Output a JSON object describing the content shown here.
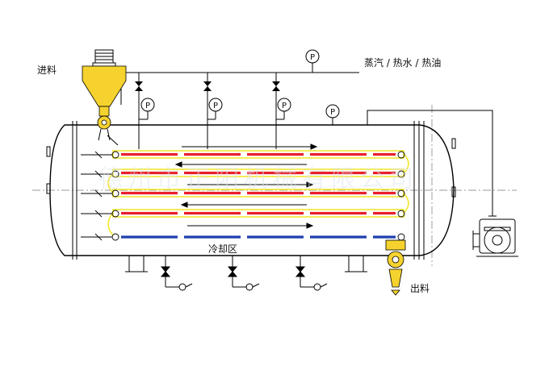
{
  "labels": {
    "feed": "进料",
    "discharge": "出料",
    "heating_medium": "蒸汽 / 热水 / 热油",
    "cooling_zone": "冷却区",
    "gauge": "P"
  },
  "watermark": "德州市正阳机械有限公司",
  "colors": {
    "heating_tube": "#e8202a",
    "heating_tube_outline": "#f2e830",
    "cooling_tube": "#1e3fae",
    "feed_hopper": "#f5d22e",
    "outline": "#000000"
  },
  "icons": [
    "pressure-gauge-icon",
    "valve-icon",
    "motor-icon",
    "fan-icon",
    "pump-icon"
  ]
}
